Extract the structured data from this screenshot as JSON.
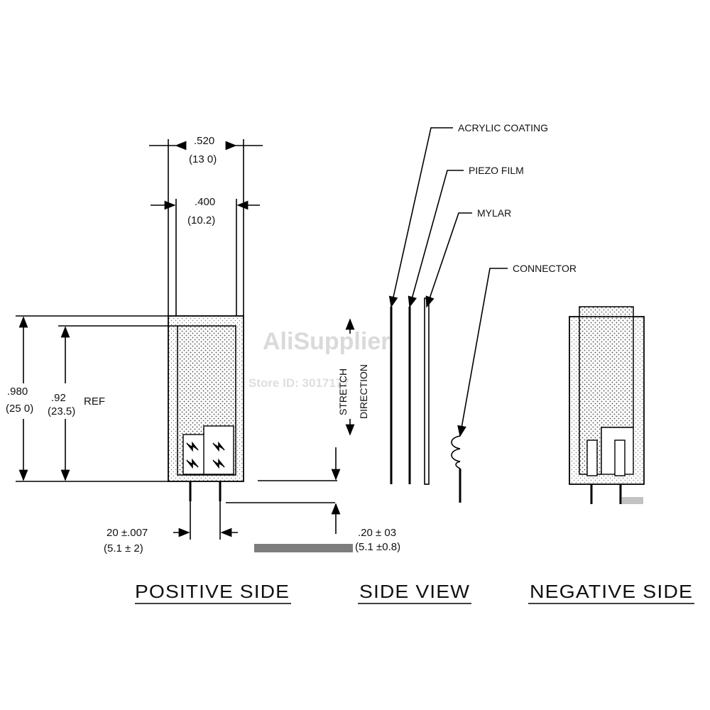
{
  "watermark": {
    "line1": "AliSupplier",
    "line2": "Store ID: 3017177"
  },
  "positive": {
    "title": "POSITIVE SIDE",
    "width_outer": ".520",
    "width_outer_mm": "(13 0)",
    "width_inner": ".400",
    "width_inner_mm": "(10.2)",
    "height_outer": ".980",
    "height_outer_mm": "(25 0)",
    "height_inner": ".92",
    "height_inner_mm": "(23.5)",
    "height_inner_ref": "REF",
    "pin_spacing": "20 ±.007",
    "pin_spacing_mm": "(5.1 ± 2)"
  },
  "side": {
    "title": "SIDE VIEW",
    "stretch_1": "STRETCH",
    "stretch_2": "DIRECTION",
    "callouts": [
      "ACRYLIC COATING",
      "PIEZO FILM",
      "MYLAR",
      "CONNECTOR"
    ],
    "pin_length": ".20 ± 03",
    "pin_length_mm": "(5.1 ±0.8)"
  },
  "negative": {
    "title": "NEGATIVE SIDE"
  }
}
